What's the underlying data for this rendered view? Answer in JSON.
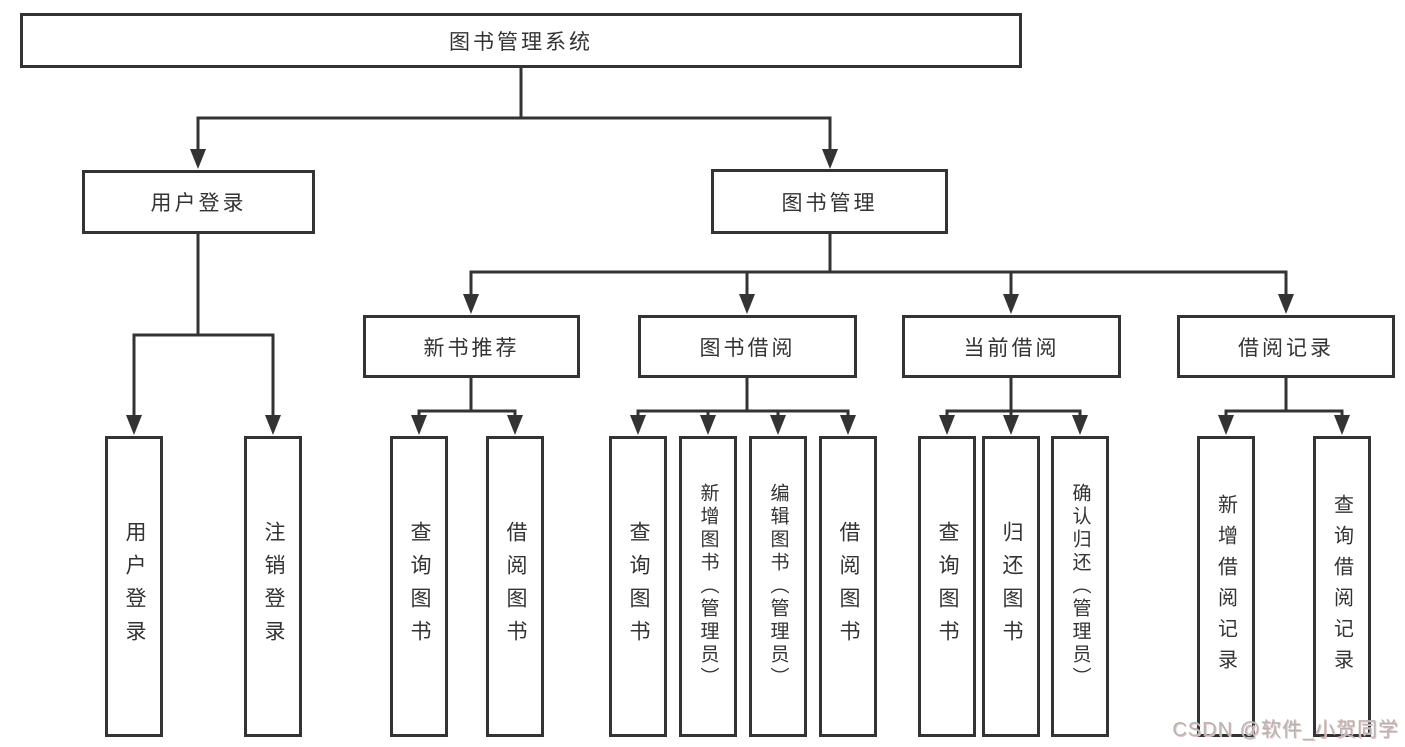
{
  "page": {
    "background_color": "#ffffff",
    "line_color": "#333333",
    "text_color": "#333333"
  },
  "nodes": {
    "root": "图书管理系统",
    "user_login": "用户登录",
    "book_mgmt": "图书管理",
    "new_book_rec": "新书推荐",
    "book_borrow": "图书借阅",
    "current_borrow": "当前借阅",
    "borrow_records": "借阅记录",
    "ul_user_login": "用户登录",
    "ul_logout": "注销登录",
    "nr_query_book": "查询图书",
    "nr_borrow_book": "借阅图书",
    "bb_query_book": "查询图书",
    "bb_add_book": "新增图书（管理员）",
    "bb_edit_book": "编辑图书（管理员）",
    "bb_borrow_book": "借阅图书",
    "cb_query_book": "查询图书",
    "cb_return_book": "归还图书",
    "cb_confirm_return": "确认归还（管理员）",
    "br_add_record": "新增借阅记录",
    "br_query_record": "查询借阅记录"
  },
  "hierarchy": [
    {
      "parent": "图书管理系统",
      "children": [
        "用户登录",
        "图书管理"
      ]
    },
    {
      "parent": "用户登录",
      "children": [
        "用户登录",
        "注销登录"
      ]
    },
    {
      "parent": "图书管理",
      "children": [
        "新书推荐",
        "图书借阅",
        "当前借阅",
        "借阅记录"
      ]
    },
    {
      "parent": "新书推荐",
      "children": [
        "查询图书",
        "借阅图书"
      ]
    },
    {
      "parent": "图书借阅",
      "children": [
        "查询图书",
        "新增图书（管理员）",
        "编辑图书（管理员）",
        "借阅图书"
      ]
    },
    {
      "parent": "当前借阅",
      "children": [
        "查询图书",
        "归还图书",
        "确认归还（管理员）"
      ]
    },
    {
      "parent": "借阅记录",
      "children": [
        "新增借阅记录",
        "查询借阅记录"
      ]
    }
  ],
  "watermark": {
    "text": "CSDN @软件_小贺同学",
    "color": "#b5b5b5"
  }
}
